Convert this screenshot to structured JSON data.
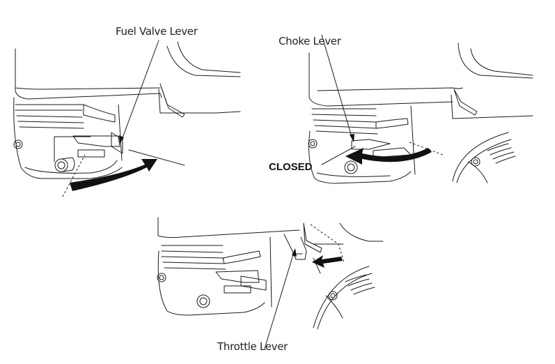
{
  "diagram": {
    "panels": [
      {
        "id": "fuel-valve",
        "label": "Fuel Valve Lever"
      },
      {
        "id": "choke",
        "label": "Choke Lever",
        "state_label": "CLOSED"
      },
      {
        "id": "throttle",
        "label": "Throttle Lever"
      }
    ],
    "colors": {
      "line": "#1a1a1a",
      "text": "#222222",
      "background": "#ffffff"
    }
  }
}
